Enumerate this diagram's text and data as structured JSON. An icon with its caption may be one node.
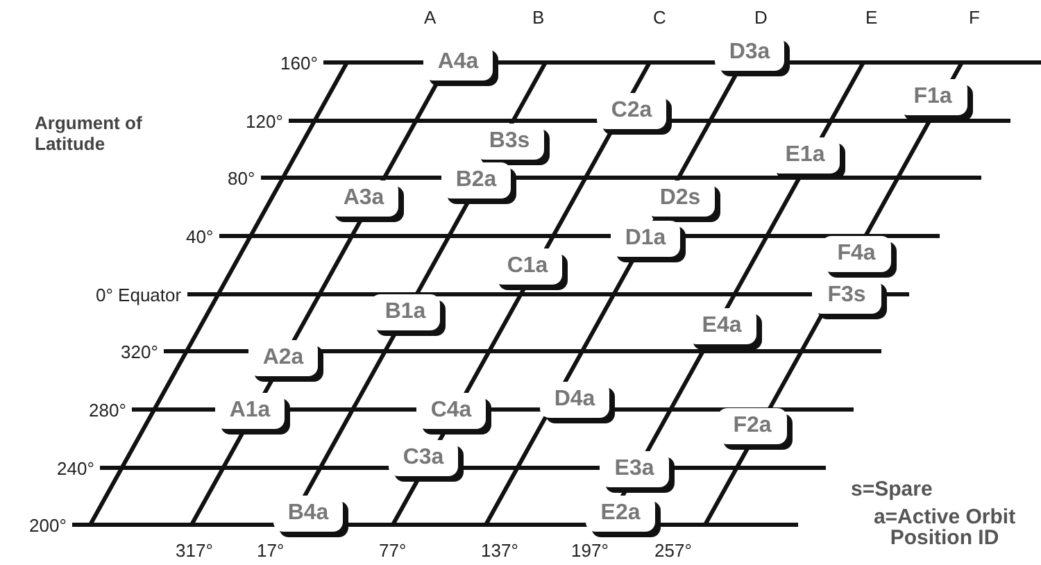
{
  "diagram": {
    "nodes": [
      {
        "text": [
          "D3a"
        ]
      },
      {
        "text": [
          "A4a"
        ]
      },
      {
        "text": [
          "F1a"
        ]
      },
      {
        "text": [
          "C2a"
        ]
      },
      {
        "text": [
          "B3s"
        ]
      },
      {
        "text": [
          "E1a"
        ]
      },
      {
        "text": [
          "B2a"
        ]
      },
      {
        "text": [
          "A3a"
        ]
      },
      {
        "text": [
          "D2s"
        ]
      },
      {
        "text": [
          "D1a"
        ]
      },
      {
        "text": [
          "F4a"
        ]
      },
      {
        "text": [
          "C1a"
        ]
      },
      {
        "text": [
          "F3s"
        ]
      },
      {
        "text": [
          "B1a"
        ]
      },
      {
        "text": [
          "E4a"
        ]
      },
      {
        "text": [
          "A2a"
        ]
      },
      {
        "text": [
          "D4a"
        ]
      },
      {
        "text": [
          "A1a"
        ]
      },
      {
        "text": [
          "C4a"
        ]
      },
      {
        "text": [
          "F2a"
        ]
      },
      {
        "text": [
          "C3a"
        ]
      },
      {
        "text": [
          "E3a"
        ]
      },
      {
        "text": [
          "B4a"
        ]
      },
      {
        "text": [
          "E2a"
        ]
      }
    ],
    "labels": [
      "A",
      "B",
      "C",
      "D",
      "E",
      "F",
      "160°",
      "Argument of Latitude",
      "120°",
      "80°",
      "40°",
      "0° Equator",
      "320°",
      "280°",
      "240°",
      "s=Spare",
      "200°",
      "a=Active Orbit Position ID",
      "317°",
      "17°",
      "77°",
      "137°",
      "197°",
      "257°"
    ]
  }
}
